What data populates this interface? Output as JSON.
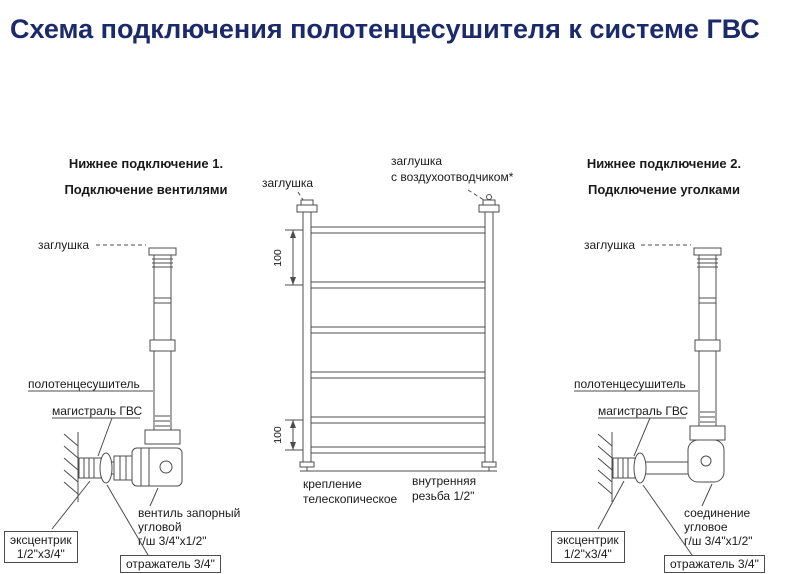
{
  "title": "Схема подключения полотенцесушителя к системе ГВС",
  "colors": {
    "title": "#1b2a6b",
    "line": "#4d4d4d",
    "text": "#1a1a1a"
  },
  "left": {
    "heading1": "Нижнее подключение 1.",
    "heading2": "Подключение вентилями",
    "plug": "заглушка",
    "towel_rail": "полотенцесушитель",
    "main": "магистраль ГВС",
    "fitting1": "вентиль запорный",
    "fitting2": "угловой",
    "fitting3": "г/ш 3/4\"х1/2\"",
    "eccentric1": "эксцентрик",
    "eccentric2": "1/2\"х3/4\"",
    "reflector": "отражатель 3/4\""
  },
  "center": {
    "plug_left": "заглушка",
    "plug_right1": "заглушка",
    "plug_right2": "с воздухоотводчиком*",
    "dim_top": "100",
    "dim_bottom": "100",
    "mount1": "крепление",
    "mount2": "телескопическое",
    "thread1": "внутренняя",
    "thread2": "резьба 1/2\""
  },
  "right": {
    "heading1": "Нижнее подключение 2.",
    "heading2": "Подключение уголками",
    "plug": "заглушка",
    "towel_rail": "полотенцесушитель",
    "main": "магистраль ГВС",
    "fitting1": "соединение",
    "fitting2": "угловое",
    "fitting3": "г/ш 3/4\"х1/2\"",
    "eccentric1": "эксцентрик",
    "eccentric2": "1/2\"х3/4\"",
    "reflector": "отражатель 3/4\""
  }
}
